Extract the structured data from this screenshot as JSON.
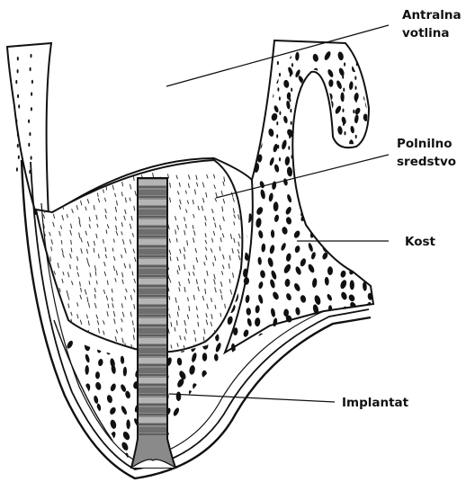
{
  "labels": {
    "antral_line1": "Antralna",
    "antral_line2": "votlina",
    "filler_line1": "Polnilno",
    "filler_line2": "sredstvo",
    "bone": "Kost",
    "implant": "Implantat"
  },
  "colors": {
    "ink": "#111111",
    "background": "#ffffff",
    "implant_band_light": "#b5b5b5",
    "implant_band_dark": "#6e6e6e"
  }
}
